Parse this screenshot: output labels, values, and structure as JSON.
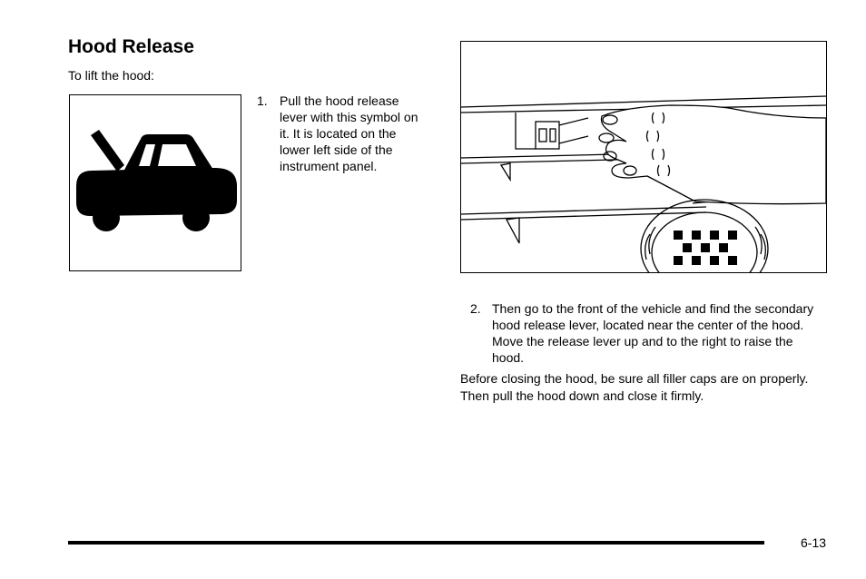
{
  "heading": "Hood Release",
  "intro": "To lift the hood:",
  "steps": [
    {
      "number": "1.",
      "text": "Pull the hood release lever with this symbol on it. It is located on the lower left side of the instrument panel."
    },
    {
      "number": "2.",
      "text": "Then go to the front of the vehicle and find the secondary hood release lever, located near the center of the hood. Move the release lever up and to the right to raise the hood."
    }
  ],
  "closing": "Before closing the hood, be sure all filler caps are on properly. Then pull the hood down and close it firmly.",
  "page_number": "6-13",
  "figures": {
    "symbol_icon": "hood-open-car-icon",
    "illustration": "hand-on-secondary-hood-release-illustration"
  }
}
